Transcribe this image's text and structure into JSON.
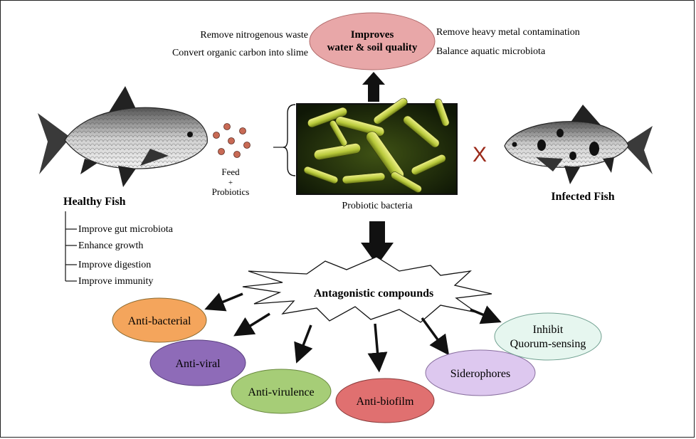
{
  "top_benefits": {
    "left": [
      "Remove nitrogenous waste",
      "Convert organic carbon into slime"
    ],
    "right": [
      "Remove heavy metal contamination",
      "Balance aquatic microbiota"
    ],
    "ellipse_lines": [
      "Improves",
      "water & soil quality"
    ]
  },
  "healthy_fish": {
    "title": "Healthy Fish",
    "benefits": [
      "Improve gut microbiota",
      "Enhance growth",
      "Improve digestion",
      "Improve immunity"
    ]
  },
  "feed": {
    "lines": [
      "Feed",
      "+",
      "Probiotics"
    ]
  },
  "bacteria": {
    "caption": "Probiotic bacteria"
  },
  "infected_fish": {
    "title": "Infected Fish",
    "mark": "X"
  },
  "antagonistic": {
    "title": "Antagonistic compounds"
  },
  "compounds": [
    {
      "label": "Anti-bacterial",
      "color": "#f4a55c"
    },
    {
      "label": "Anti-viral",
      "color": "#8e6bb8"
    },
    {
      "label": "Anti-virulence",
      "color": "#a6cd77"
    },
    {
      "label": "Anti-biofilm",
      "color": "#e07070"
    },
    {
      "label": "Siderophores",
      "color": "#ddc8ef"
    },
    {
      "label": "Inhibit\nQuorum-sensing",
      "color": "#e6f6ef",
      "lines": [
        "Inhibit",
        "Quorum-sensing"
      ]
    }
  ],
  "colors": {
    "quality_ellipse": "#e8a7a8",
    "infected_x": "#9b2a1a",
    "pellet": "#c86a55",
    "bacteria_bg": "#1a260a",
    "bacteria_rod": "#c7d64a"
  }
}
